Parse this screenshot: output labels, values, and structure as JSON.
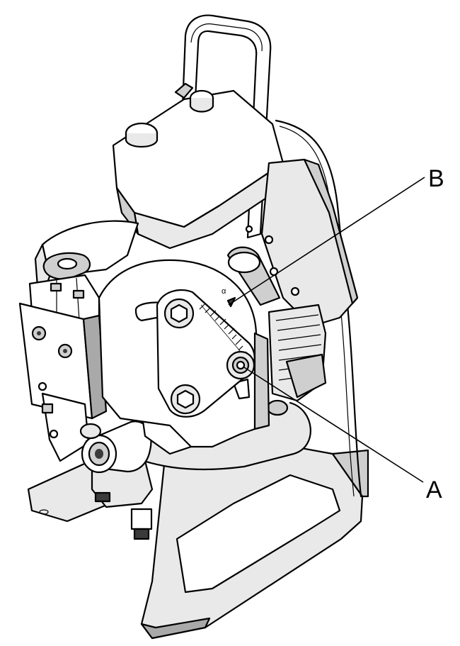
{
  "callouts": {
    "a": {
      "text": "A"
    },
    "b": {
      "text": "B"
    }
  },
  "small_marks": {
    "scale_symbol": "α",
    "side_mark": "A"
  }
}
